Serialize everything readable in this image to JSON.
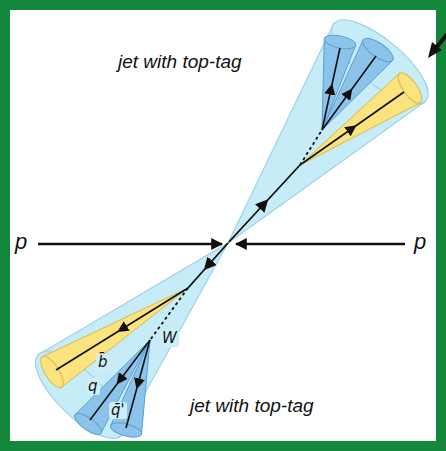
{
  "diagram": {
    "labels": [
      "jet with top-tag",
      "p",
      "p",
      "b̄",
      "q",
      "W",
      "q̄'",
      "jet with top-tag"
    ]
  }
}
